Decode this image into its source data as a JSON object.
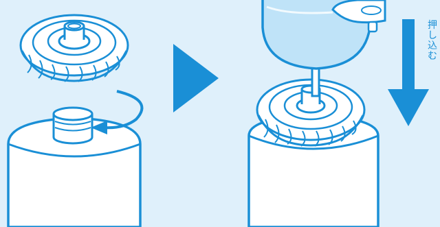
{
  "instruction": {
    "label_chars": [
      "押",
      "し",
      "込",
      "む"
    ]
  },
  "colors": {
    "background": "#dff0fb",
    "outline": "#1a8fd6",
    "fill": "#ffffff",
    "cartridge": "#bfe3f8",
    "arrow": "#1a8fd6"
  },
  "icons": {
    "next_step": "triangle-right-icon",
    "rotate": "curved-arrow-icon",
    "press_down": "arrow-down-icon"
  }
}
